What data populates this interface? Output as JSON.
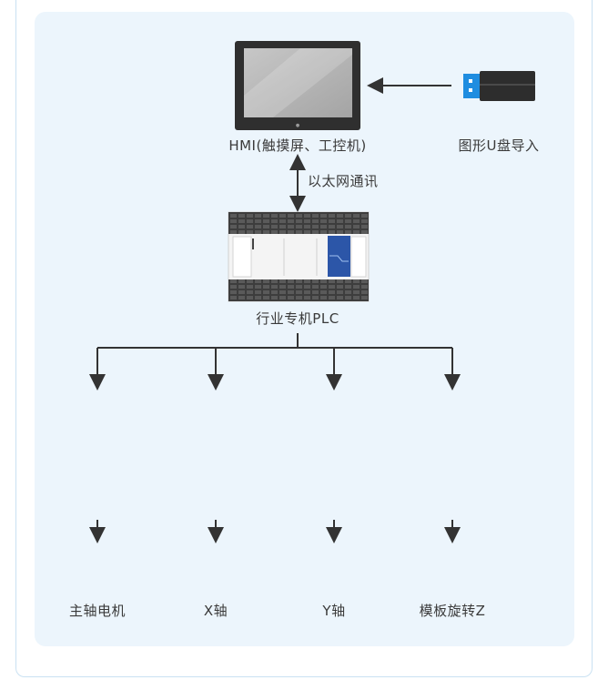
{
  "labels": {
    "hmi": "HMI(触摸屏、工控机)",
    "usb": "图形U盘导入",
    "link": "以太网通讯",
    "plc": "行业专机PLC",
    "motors": [
      "主轴电机",
      "X轴",
      "Y轴",
      "模板旋转Z"
    ]
  },
  "icons": {
    "hmi": "touchscreen-icon",
    "usb": "usb-drive-icon",
    "plc": "plc-controller-icon",
    "drive": "servo-drive-icon",
    "motor": "servo-motor-icon"
  },
  "colors": {
    "panel": "#ecf5fc",
    "border": "#c9e1f2",
    "line": "#333333",
    "usb_blue": "#1f8de0",
    "plc_blue": "#2c56a8"
  }
}
